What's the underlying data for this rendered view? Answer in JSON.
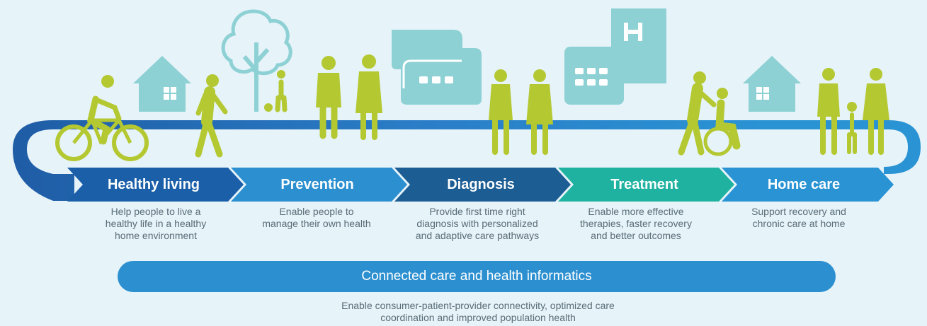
{
  "colors": {
    "background": "#e6f3f9",
    "figure_green": "#b4c832",
    "building_teal": "#8dd1d4",
    "loop_dark_blue": "#1f5da6",
    "loop_light_blue": "#2a8fd1",
    "healthy_living": "#1a5fa8",
    "prevention": "#2b8fd0",
    "diagnosis": "#1c5d94",
    "treatment": "#1fb2a0",
    "home_care": "#2a93d4",
    "platform_bar": "#2b8fd0",
    "description_text": "#5a6c76"
  },
  "icons": [
    "cyclist-icon",
    "house-icon",
    "walking-person-icon",
    "tree-icon",
    "child-with-ball-icon",
    "doctor-icon",
    "nurse-icon",
    "clinic-building-icon",
    "hospital-icon",
    "caregiver-icon",
    "wheelchair-patient-icon",
    "family-icon"
  ],
  "steps": [
    {
      "label": "Healthy living",
      "description": "Help people to live a\nhealthy life in a healthy\nhome environment"
    },
    {
      "label": "Prevention",
      "description": "Enable people to\nmanage their own health"
    },
    {
      "label": "Diagnosis",
      "description": "Provide first time right\ndiagnosis with personalized\nand adaptive care pathways"
    },
    {
      "label": "Treatment",
      "description": "Enable more effective\ntherapies, faster recovery\nand better outcomes"
    },
    {
      "label": "Home care",
      "description": "Support recovery and\nchronic care at home"
    }
  ],
  "platform": {
    "label": "Connected care and health informatics",
    "description": "Enable consumer-patient-provider connectivity, optimized care\ncoordination and improved population health"
  }
}
